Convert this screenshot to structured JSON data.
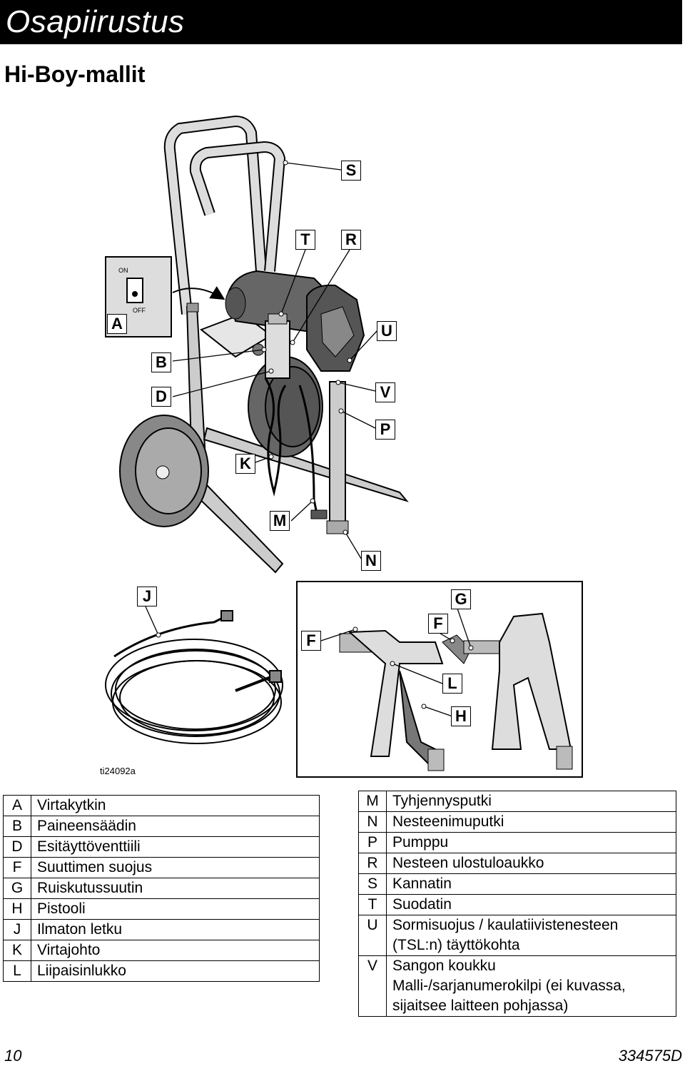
{
  "header": {
    "title": "Osapiirustus"
  },
  "subheading": "Hi-Boy-mallit",
  "switch_labels": {
    "on": "ON",
    "off": "OFF"
  },
  "callouts": {
    "S": "S",
    "T": "T",
    "R": "R",
    "A": "A",
    "U": "U",
    "B": "B",
    "D": "D",
    "V": "V",
    "P": "P",
    "K": "K",
    "M": "M",
    "N": "N",
    "J": "J",
    "G": "G",
    "F1": "F",
    "F2": "F",
    "L": "L",
    "H": "H"
  },
  "figure_id": "ti24092a",
  "legend_left": [
    {
      "key": "A",
      "label": "Virtakytkin"
    },
    {
      "key": "B",
      "label": "Paineensäädin"
    },
    {
      "key": "D",
      "label": "Esitäyttöventtiili"
    },
    {
      "key": "F",
      "label": "Suuttimen suojus"
    },
    {
      "key": "G",
      "label": "Ruiskutussuutin"
    },
    {
      "key": "H",
      "label": "Pistooli"
    },
    {
      "key": "J",
      "label": "Ilmaton letku"
    },
    {
      "key": "K",
      "label": "Virtajohto"
    },
    {
      "key": "L",
      "label": "Liipaisinlukko"
    }
  ],
  "legend_right": [
    {
      "key": "M",
      "label": "Tyhjennysputki"
    },
    {
      "key": "N",
      "label": "Nesteenimuputki"
    },
    {
      "key": "P",
      "label": "Pumppu"
    },
    {
      "key": "R",
      "label": "Nesteen ulostuloaukko"
    },
    {
      "key": "S",
      "label": "Kannatin"
    },
    {
      "key": "T",
      "label": "Suodatin"
    },
    {
      "key": "U",
      "label": "Sormisuojus / kaulatiivistenesteen",
      "label2": "(TSL:n) täyttökohta"
    },
    {
      "key": "V",
      "label": "Sangon koukku",
      "label2": "Malli-/sarjanumerokilpi (ei kuvassa,",
      "label3": "sijaitsee laitteen pohjassa)"
    }
  ],
  "footer": {
    "page": "10",
    "doc": "334575D"
  }
}
